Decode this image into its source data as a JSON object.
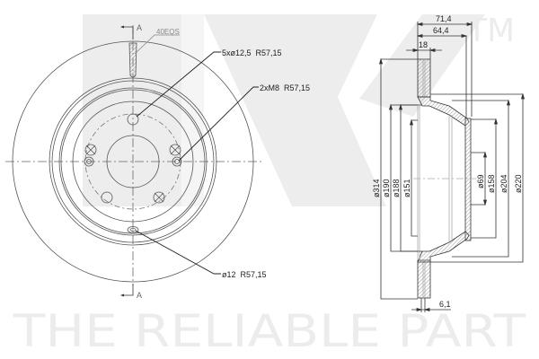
{
  "watermark": {
    "logo": "NK",
    "trademark": "TM",
    "tagline": "THE RELIABLE PART",
    "color": "#ececec"
  },
  "front_view": {
    "section_marker_top": "A",
    "section_marker_bottom": "A",
    "vent_label": "40EQS",
    "callouts": [
      {
        "label": "5xø12,5  R57,15"
      },
      {
        "label": "2xM8  R57,15"
      },
      {
        "label": "ø12  R57,15"
      }
    ]
  },
  "section_view": {
    "horizontal_dims": [
      {
        "label": "71,4"
      },
      {
        "label": "64,4"
      },
      {
        "label": "18"
      },
      {
        "label": "6,1"
      }
    ],
    "left_diameters": [
      {
        "label": "ø314"
      },
      {
        "label": "ø190"
      },
      {
        "label": "ø188"
      },
      {
        "label": "ø151"
      }
    ],
    "right_diameters": [
      {
        "label": "ø69"
      },
      {
        "label": "ø158"
      },
      {
        "label": "ø204"
      },
      {
        "label": "ø220"
      }
    ]
  },
  "colors": {
    "line": "#333333",
    "hatch": "#888888",
    "background": "#ffffff"
  }
}
